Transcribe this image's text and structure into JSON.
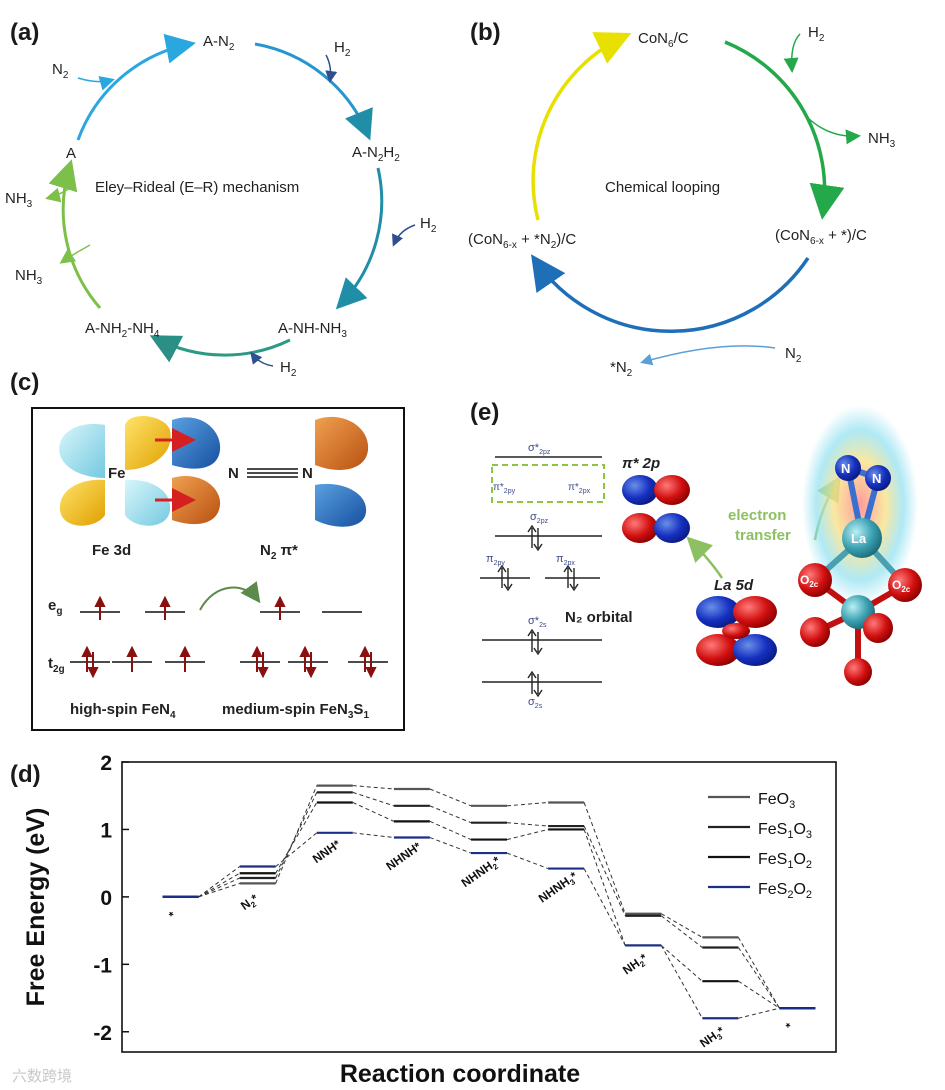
{
  "panels": {
    "a": {
      "label": "(a)",
      "title": "Eley–Rideal (E–R) mechanism",
      "states": {
        "s1": {
          "main": "A-N",
          "sub": "2"
        },
        "s2": {
          "main": "A-N",
          "sub": "2",
          "main2": "H",
          "sub2": "2"
        },
        "s3": {
          "main": "A-NH-NH",
          "sub": "3"
        },
        "s4": {
          "main": "A-NH",
          "sub": "2",
          "main2": "-NH",
          "sub2": "4"
        },
        "s5": {
          "main": "A"
        }
      },
      "inputs": {
        "n2": {
          "main": "N",
          "sub": "2"
        },
        "h2_1": {
          "main": "H",
          "sub": "2"
        },
        "h2_2": {
          "main": "H",
          "sub": "2"
        },
        "h2_3": {
          "main": "H",
          "sub": "2"
        }
      },
      "outputs": {
        "nh3_1": {
          "main": "NH",
          "sub": "3"
        },
        "nh3_2": {
          "main": "NH",
          "sub": "3"
        }
      }
    },
    "b": {
      "label": "(b)",
      "title": "Chemical looping",
      "states": {
        "top": {
          "main": "CoN",
          "sub": "6",
          "main2": "/C"
        },
        "right": {
          "pre": "(CoN",
          "sub": "6-x",
          "post": " + *)/C"
        },
        "left": {
          "pre": "(CoN",
          "sub": "6-x",
          "post": " + *N",
          "sub2": "2",
          "post2": ")/C"
        }
      },
      "inputs": {
        "h2": {
          "main": "H",
          "sub": "2"
        },
        "n2": {
          "main": "N",
          "sub": "2"
        }
      },
      "outputs": {
        "nh3": {
          "main": "NH",
          "sub": "3"
        },
        "starn2": {
          "pre": "*N",
          "sub": "2"
        }
      }
    },
    "c": {
      "label": "(c)",
      "fe": "Fe",
      "n": "N",
      "fe3d": "Fe 3d",
      "n2pi": {
        "main": "N",
        "sub": "2",
        "post": " π*"
      },
      "eg": {
        "main": "e",
        "sub": "g"
      },
      "t2g": {
        "main": "t",
        "sub": "2g"
      },
      "high_spin": {
        "main": "high-spin FeN",
        "sub": "4"
      },
      "medium_spin": {
        "main": "medium-spin FeN",
        "sub": "3",
        "main2": "S",
        "sub2": "1"
      }
    },
    "e": {
      "label": "(e)",
      "pi_star": "π* 2p",
      "la5d": "La 5d",
      "n2_orbital": "N₂ orbital",
      "electron": "electron",
      "transfer": "transfer",
      "orb": {
        "sigma_star_2pz": {
          "main": "σ*",
          "sub": "2pz"
        },
        "pi_star_2py": {
          "main": "π*",
          "sub": "2py"
        },
        "pi_star_2px": {
          "main": "π*",
          "sub": "2px"
        },
        "sigma_2pz": {
          "main": "σ",
          "sub": "2pz"
        },
        "pi_2py": {
          "main": "π",
          "sub": "2py"
        },
        "pi_2px": {
          "main": "π",
          "sub": "2px"
        },
        "sigma_star_2s": {
          "main": "σ*",
          "sub": "2s"
        },
        "sigma_2s": {
          "main": "σ",
          "sub": "2s"
        }
      },
      "atoms": {
        "n": "N",
        "la": "La",
        "o2c": {
          "main": "O",
          "sub": "2c"
        }
      }
    },
    "d": {
      "label": "(d)"
    }
  },
  "chart_data": {
    "type": "line",
    "title": "",
    "xlabel": "Reaction coordinate",
    "ylabel": "Free Energy (eV)",
    "ylim": [
      -2.3,
      2.0
    ],
    "yticks": [
      "-2",
      "-1",
      "0",
      "1",
      "2"
    ],
    "categories": [
      "*",
      "N2*",
      "NNH*",
      "NHNH*",
      "NHNH2*",
      "NHNH3*",
      "NH2*",
      "NH3*",
      "*"
    ],
    "category_labels": [
      {
        "main": "*"
      },
      {
        "main": "N",
        "sub": "2",
        "post": "*"
      },
      {
        "main": "NNH*"
      },
      {
        "main": "NHNH*"
      },
      {
        "main": "NHNH",
        "sub": "2",
        "post": "*"
      },
      {
        "main": "NHNH",
        "sub": "3",
        "post": "*"
      },
      {
        "main": "NH",
        "sub": "2",
        "post": "*"
      },
      {
        "main": "NH",
        "sub": "3",
        "post": "*"
      },
      {
        "main": "*"
      }
    ],
    "legend": [
      {
        "main": "FeO",
        "sub": "3"
      },
      {
        "main": "FeS",
        "sub": "1",
        "main2": "O",
        "sub2": "3"
      },
      {
        "main": "FeS",
        "sub": "1",
        "main2": "O",
        "sub2": "2"
      },
      {
        "main": "FeS",
        "sub": "2",
        "main2": "O",
        "sub2": "2"
      }
    ],
    "legend_position": "top-right",
    "series": [
      {
        "name": "FeO3",
        "color": "#555555",
        "values": [
          0.0,
          0.2,
          1.65,
          1.6,
          1.35,
          1.4,
          -0.25,
          -0.6,
          -1.65
        ]
      },
      {
        "name": "FeS1O3",
        "color": "#222222",
        "values": [
          0.0,
          0.28,
          1.55,
          1.35,
          1.1,
          1.05,
          -0.28,
          -0.75,
          -1.65
        ]
      },
      {
        "name": "FeS1O2",
        "color": "#111111",
        "values": [
          0.0,
          0.35,
          1.4,
          1.12,
          0.85,
          1.0,
          -0.72,
          -1.25,
          -1.65
        ]
      },
      {
        "name": "FeS2O2",
        "color": "#1a2e8a",
        "values": [
          0.0,
          0.45,
          0.95,
          0.88,
          0.65,
          0.42,
          -0.72,
          -1.8,
          -1.65
        ]
      }
    ]
  },
  "watermark": "六数跨境"
}
